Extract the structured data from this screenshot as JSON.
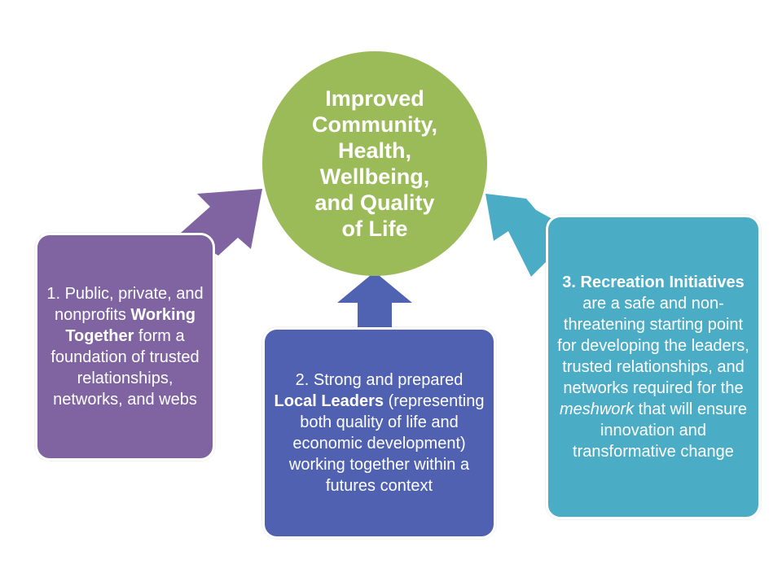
{
  "colors": {
    "center": "#9bbb59",
    "box1": "#8064a2",
    "box2": "#4f61b0",
    "box3": "#4bacc6",
    "arrow1": "#8064a2",
    "arrow2": "#5063b3",
    "arrow3": "#4bacc6"
  },
  "center": {
    "text": "Improved\nCommunity,\nHealth,\nWellbeing,\nand Quality\nof Life"
  },
  "box1": {
    "p1": "1. Public, private, and nonprofits ",
    "p2": "Working Together",
    "p3": " form a foundation of trusted relationships, networks, and webs"
  },
  "box2": {
    "p1": "2. Strong and prepared ",
    "p2": "Local Leaders",
    "p3": " (representing both quality of life and economic development) working  together within a futures context"
  },
  "box3": {
    "p1": "3. Recreation Initiatives",
    "p2": " are a safe and non-threatening starting point for developing the leaders, trusted relationships, and networks required for the ",
    "p3": "meshwork",
    "p4": " that will ensure innovation and transformative change"
  }
}
